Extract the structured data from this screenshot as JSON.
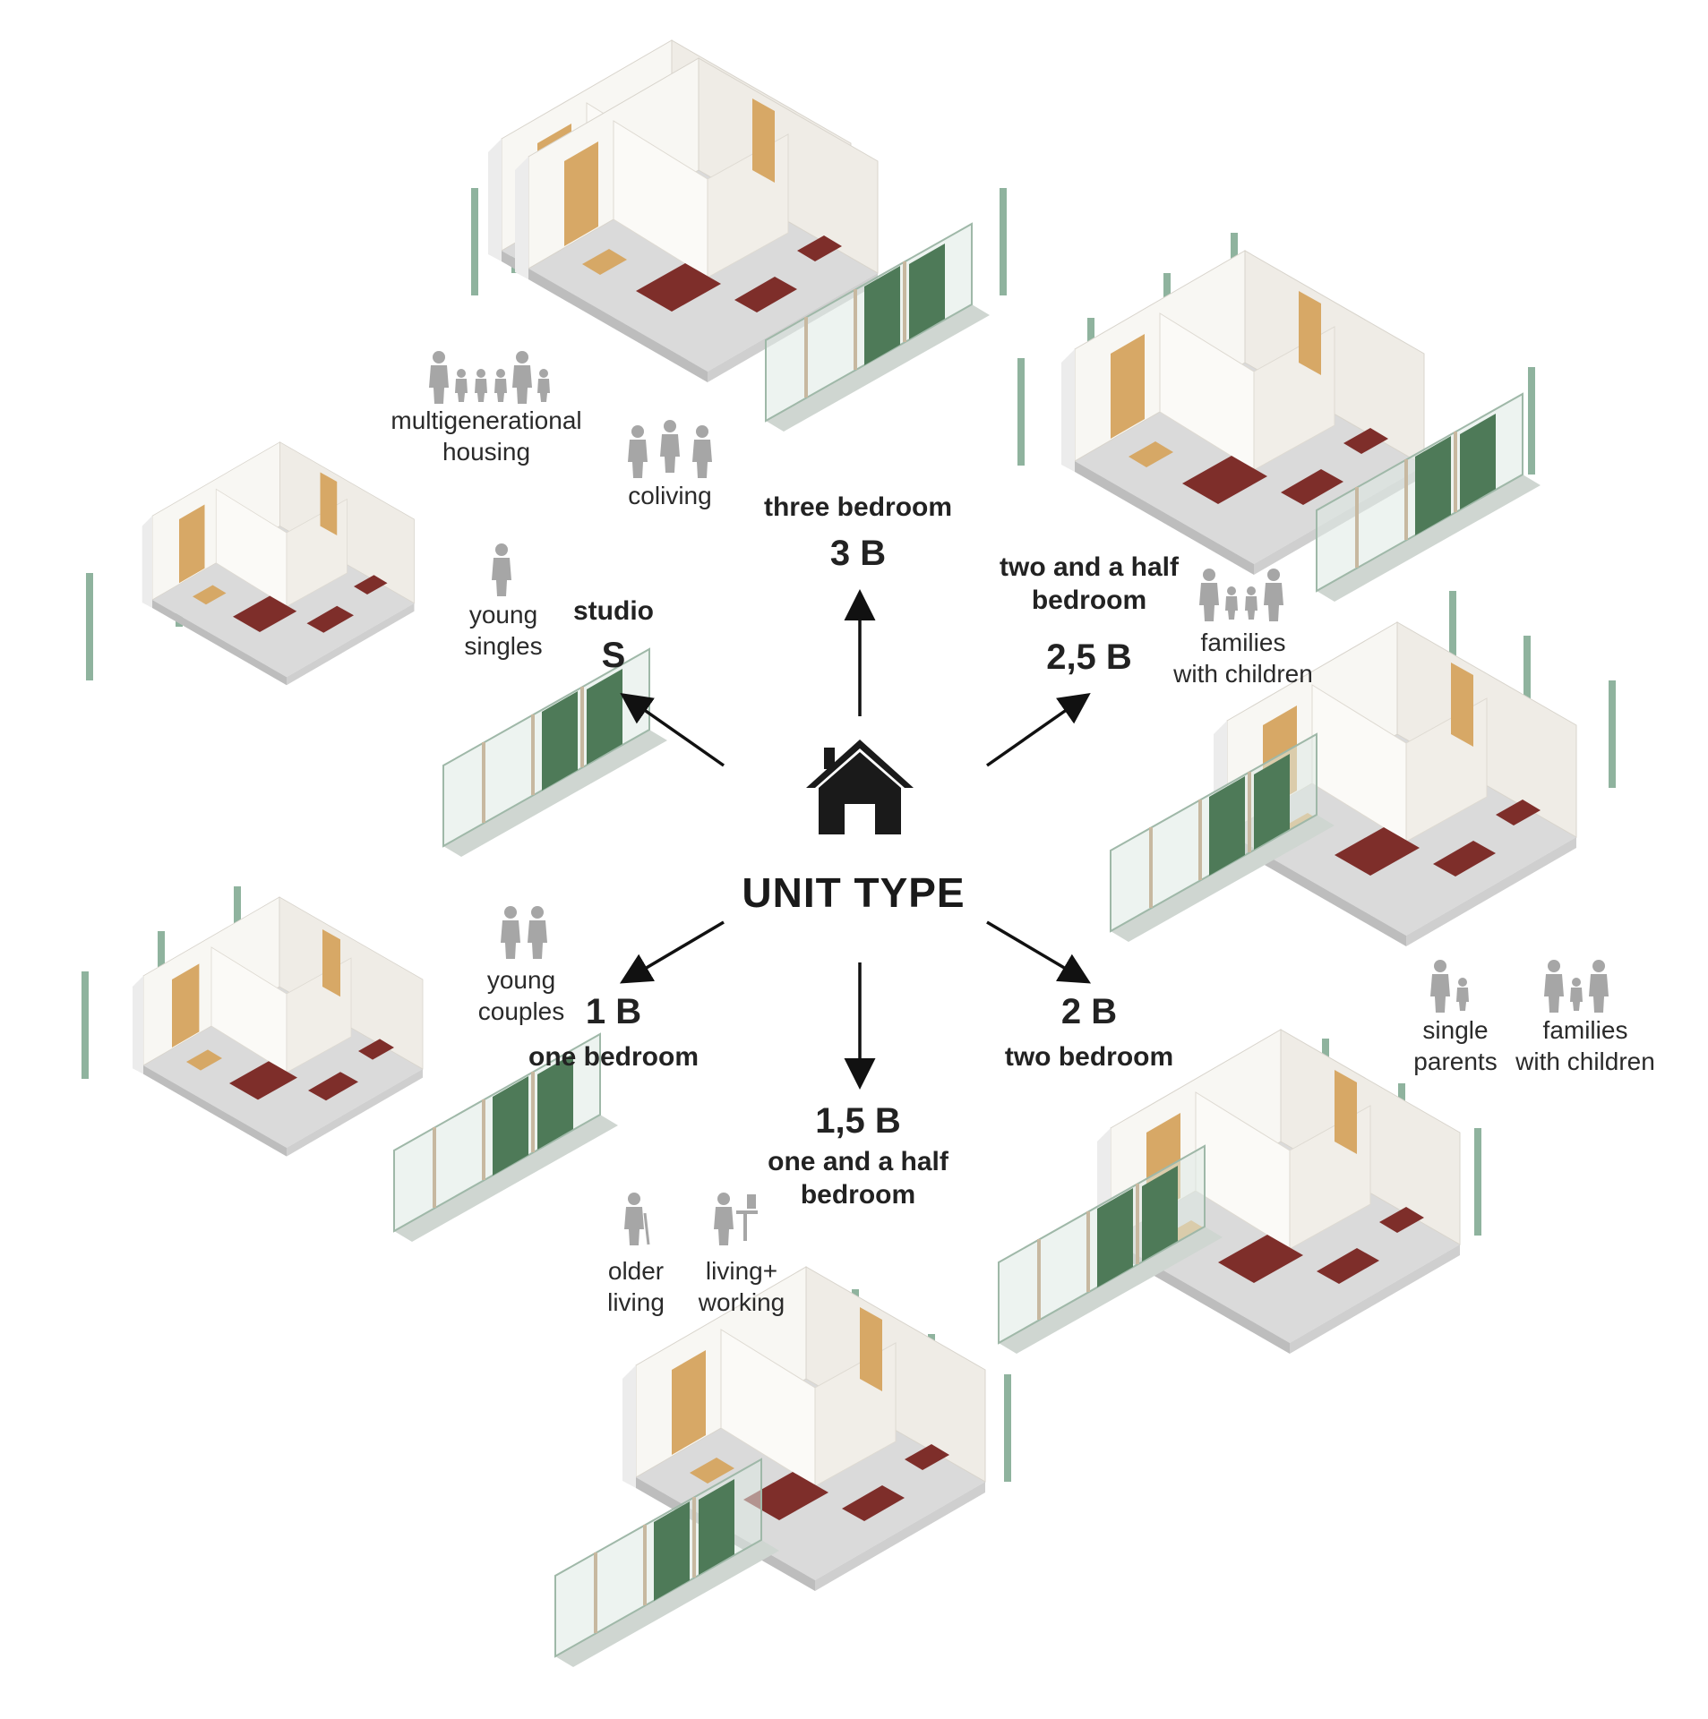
{
  "center": {
    "title": "UNIT TYPE",
    "icon": "house-icon"
  },
  "unit_types": {
    "studio": {
      "name": "studio",
      "code": "S"
    },
    "three_bedroom": {
      "name": "three bedroom",
      "code": "3 B"
    },
    "two_and_half": {
      "name_line1": "two and a half",
      "name_line2": "bedroom",
      "code": "2,5 B"
    },
    "two_bedroom": {
      "name": "two bedroom",
      "code": "2 B"
    },
    "one_and_half": {
      "name_line1": "one and a half",
      "name_line2": "bedroom",
      "code": "1,5 B"
    },
    "one_bedroom": {
      "name": "one bedroom",
      "code": "1 B"
    }
  },
  "groups": {
    "multigenerational": {
      "line1": "multigenerational",
      "line2": "housing"
    },
    "coliving": {
      "line1": "coliving"
    },
    "young_singles": {
      "line1": "young",
      "line2": "singles"
    },
    "families_top": {
      "line1": "families",
      "line2": "with children"
    },
    "single_parents": {
      "line1": "single",
      "line2": "parents"
    },
    "families_right": {
      "line1": "families",
      "line2": "with children"
    },
    "young_couples": {
      "line1": "young",
      "line2": "couples"
    },
    "older_living": {
      "line1": "older",
      "line2": "living"
    },
    "living_working": {
      "line1": "living+",
      "line2": "working"
    }
  },
  "colors": {
    "wall": "#f6f4f0",
    "floor": "#dcdcdc",
    "wood": "#d6a866",
    "sofa": "#7e2e2a",
    "glass": "#8fb39e",
    "panel": "#4e7a58",
    "figure": "#a6a6a6",
    "arrow": "#111111",
    "text": "#222222"
  }
}
